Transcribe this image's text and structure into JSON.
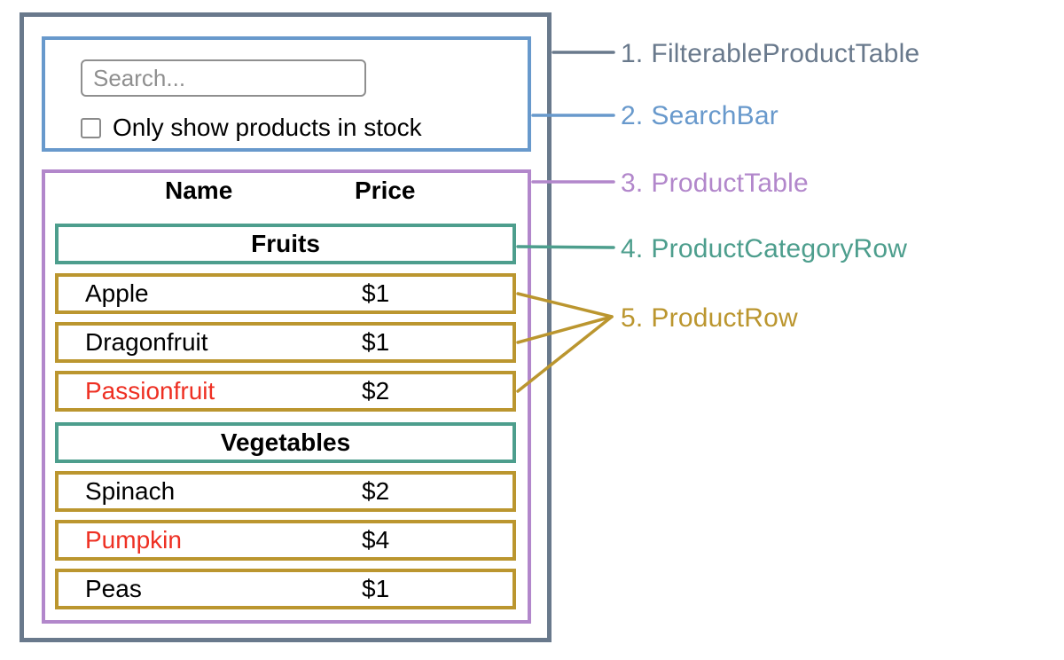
{
  "diagram": {
    "search_bar": {
      "placeholder": "Search...",
      "checkbox_label": "Only show products in stock",
      "checkbox_checked": false
    },
    "table": {
      "columns": [
        "Name",
        "Price"
      ],
      "sections": [
        {
          "category": "Fruits",
          "rows": [
            {
              "name": "Apple",
              "price": "$1",
              "highlighted": false
            },
            {
              "name": "Dragonfruit",
              "price": "$1",
              "highlighted": false
            },
            {
              "name": "Passionfruit",
              "price": "$2",
              "highlighted": true
            }
          ]
        },
        {
          "category": "Vegetables",
          "rows": [
            {
              "name": "Spinach",
              "price": "$2",
              "highlighted": false
            },
            {
              "name": "Pumpkin",
              "price": "$4",
              "highlighted": true
            },
            {
              "name": "Peas",
              "price": "$1",
              "highlighted": false
            }
          ]
        }
      ]
    },
    "legend": [
      {
        "number": "1.",
        "label": "FilterableProductTable",
        "color": "#69798c"
      },
      {
        "number": "2.",
        "label": "SearchBar",
        "color": "#6899cc"
      },
      {
        "number": "3.",
        "label": "ProductTable",
        "color": "#b287cb"
      },
      {
        "number": "4.",
        "label": "ProductCategoryRow",
        "color": "#4d9e8d"
      },
      {
        "number": "5.",
        "label": "ProductRow",
        "color": "#bb962f"
      }
    ],
    "colors": {
      "outer_border": "#69798c",
      "searchbar_border": "#6899cc",
      "table_border": "#b287cb",
      "category_border": "#4d9e8d",
      "row_border": "#bb962f",
      "highlight_text": "#ee3023"
    }
  }
}
